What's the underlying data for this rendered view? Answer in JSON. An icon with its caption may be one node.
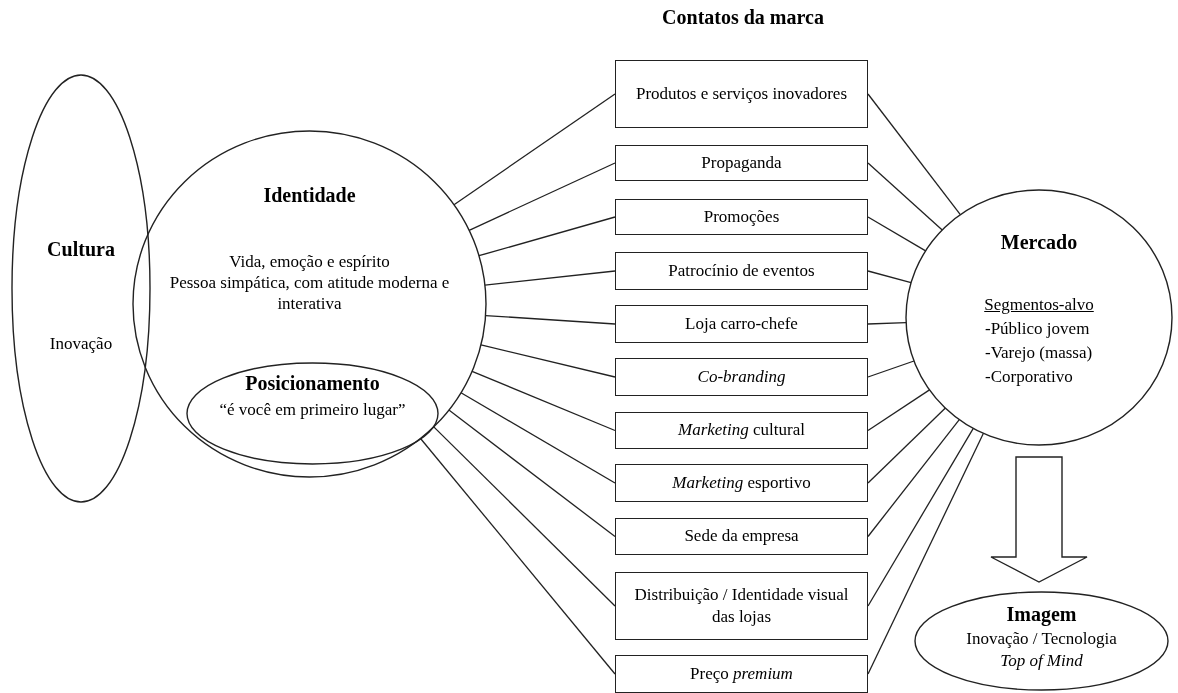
{
  "diagram": {
    "title": "Contatos da marca",
    "nodes": [
      {
        "text": [
          "Cultura",
          "Inovação"
        ]
      },
      {
        "text": [
          "Identidade",
          "Vida, emoção e espírito",
          "Pessoa simpática, com atitude moderna e interativa"
        ]
      },
      {
        "text": [
          "Posicionamento",
          "“é você em primeiro lugar”"
        ],
        "in": 1
      },
      {
        "text": [
          "Produtos e serviços inovadores"
        ]
      },
      {
        "text": [
          "Propaganda"
        ]
      },
      {
        "text": [
          "Promoções"
        ]
      },
      {
        "text": [
          "Patrocínio de eventos"
        ]
      },
      {
        "text": [
          "Loja carro-chefe"
        ]
      },
      {
        "text": [
          "Co-branding"
        ]
      },
      {
        "text": [
          "*Marketing* cultural"
        ]
      },
      {
        "text": [
          "*Marketing* esportivo"
        ]
      },
      {
        "text": [
          "Sede da empresa"
        ]
      },
      {
        "text": [
          "Distribuição / Identidade visual das lojas"
        ]
      },
      {
        "text": [
          "Preço *premium*"
        ]
      },
      {
        "text": [
          "Mercado",
          "Segmentos-alvo",
          "-Público jovem",
          "-Varejo (massa)",
          "-Corporativo"
        ]
      },
      {
        "text": [
          "Imagem",
          "Inovação / Tecnologia",
          "Top of Mind"
        ]
      }
    ],
    "edges": [
      {
        "from": 1,
        "to": 3,
        "arrow": "none"
      },
      {
        "from": 1,
        "to": 4,
        "arrow": "none"
      },
      {
        "from": 1,
        "to": 5,
        "arrow": "none"
      },
      {
        "from": 1,
        "to": 6,
        "arrow": "none"
      },
      {
        "from": 1,
        "to": 7,
        "arrow": "none"
      },
      {
        "from": 1,
        "to": 8,
        "arrow": "none"
      },
      {
        "from": 1,
        "to": 9,
        "arrow": "none"
      },
      {
        "from": 1,
        "to": 10,
        "arrow": "none"
      },
      {
        "from": 1,
        "to": 11,
        "arrow": "none"
      },
      {
        "from": 1,
        "to": 12,
        "arrow": "none"
      },
      {
        "from": 1,
        "to": 13,
        "arrow": "none"
      },
      {
        "from": 3,
        "to": 14,
        "arrow": "none"
      },
      {
        "from": 4,
        "to": 14,
        "arrow": "none"
      },
      {
        "from": 5,
        "to": 14,
        "arrow": "none"
      },
      {
        "from": 6,
        "to": 14,
        "arrow": "none"
      },
      {
        "from": 7,
        "to": 14,
        "arrow": "none"
      },
      {
        "from": 8,
        "to": 14,
        "arrow": "none"
      },
      {
        "from": 9,
        "to": 14,
        "arrow": "none"
      },
      {
        "from": 10,
        "to": 14,
        "arrow": "none"
      },
      {
        "from": 11,
        "to": 14,
        "arrow": "none"
      },
      {
        "from": 12,
        "to": 14,
        "arrow": "none"
      },
      {
        "from": 13,
        "to": 14,
        "arrow": "none"
      },
      {
        "from": 14,
        "to": 15,
        "arrow": "to",
        "style": "thick"
      }
    ]
  }
}
